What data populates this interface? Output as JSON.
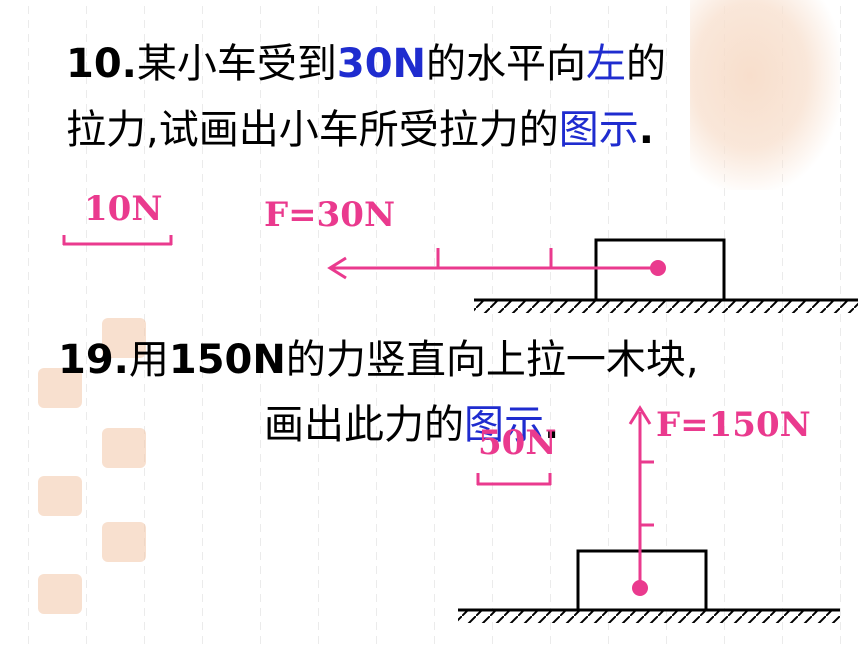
{
  "problem10": {
    "line1": {
      "prefix": "10.",
      "a": "某小车受到",
      "force": "30N",
      "b": "的水平向",
      "dir": "左",
      "c": "的"
    },
    "line2": {
      "a": "拉力,试画出小车所受拉力的",
      "term": "图示",
      "end": "."
    }
  },
  "diagram10": {
    "scale_label": "10N",
    "force_label": "F=30N"
  },
  "problem19": {
    "line1": {
      "prefix": "19.",
      "a": "用",
      "force": "150N",
      "b": "的力竖直向上拉一木块,"
    },
    "line2": {
      "a": "画出此力的",
      "term": "图示",
      "end": "."
    }
  },
  "diagram19": {
    "scale_label": "50N",
    "force_label": "F=150N"
  },
  "colors": {
    "pink": "#ea3a8e",
    "blue": "#1f2ccf",
    "black": "#000000"
  }
}
